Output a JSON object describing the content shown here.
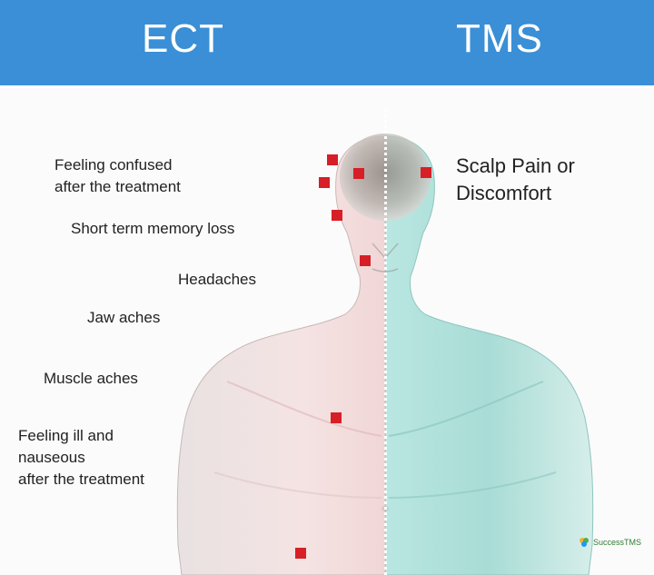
{
  "header": {
    "left_title": "ECT",
    "right_title": "TMS"
  },
  "ect_side_effects": [
    "Feeling confused\nafter the treatment",
    "Short term memory loss",
    "Headaches",
    "Jaw aches",
    "Muscle aches",
    "Feeling ill and\nnauseous\nafter the treatment"
  ],
  "tms_side_effects": [
    "Scalp Pain or\nDiscomfort"
  ],
  "logo": {
    "text": "SuccessTMS"
  },
  "colors": {
    "header": "#3a8fd6",
    "marker": "#d61f26",
    "ect_skin": "#f1d6d6",
    "tms_skin": "#a9dcd6"
  }
}
